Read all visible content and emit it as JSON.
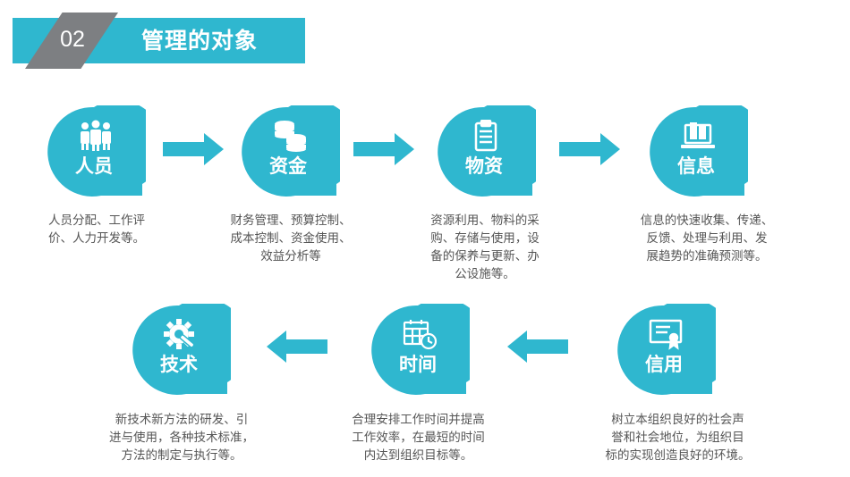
{
  "header": {
    "number": "02",
    "title": "管理的对象"
  },
  "colors": {
    "accent": "#2fb7cf",
    "tab": "#7d7f82",
    "text": "#555555"
  },
  "items": [
    {
      "label": "人员",
      "icon": "people-icon",
      "desc": "人员分配、工作评\n价、人力开发等。"
    },
    {
      "label": "资金",
      "icon": "coins-icon",
      "desc": "财务管理、预算控制、\n成本控制、资金使用、\n效益分析等"
    },
    {
      "label": "物资",
      "icon": "clipboard-icon",
      "desc": "资源利用、物料的采\n购、存储与使用，设\n备的保养与更新、办\n公设施等。"
    },
    {
      "label": "信息",
      "icon": "laptop-icon",
      "desc": "信息的快速收集、传递、\n反馈、处理与利用、发\n展趋势的准确预测等。"
    },
    {
      "label": "信用",
      "icon": "certificate-icon",
      "desc": "树立本组织良好的社会声\n誉和社会地位，为组织目\n标的实现创造良好的环境。"
    },
    {
      "label": "时间",
      "icon": "calendar-clock-icon",
      "desc": "合理安排工作时间并提高\n工作效率，在最短的时间\n内达到组织目标等。"
    },
    {
      "label": "技术",
      "icon": "gear-wrench-icon",
      "desc": "新技术新方法的研发、引\n进与使用，各种技术标准，\n方法的制定与执行等。"
    }
  ]
}
